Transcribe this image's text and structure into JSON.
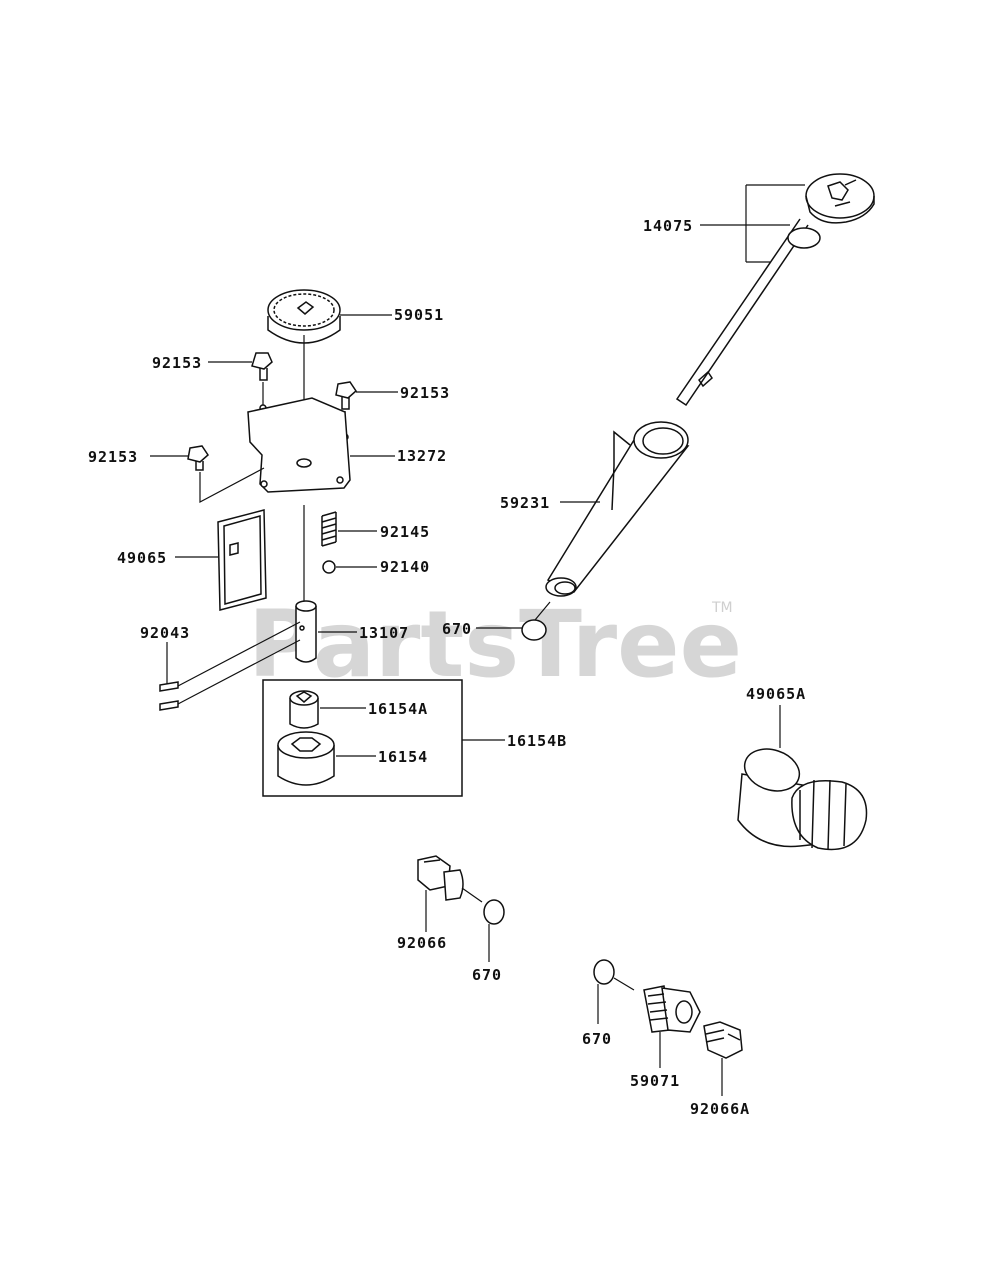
{
  "watermark": {
    "text": "PartsTree",
    "trademark": "TM"
  },
  "labels": {
    "l14075": "14075",
    "l59051": "59051",
    "l92153a": "92153",
    "l92153b": "92153",
    "l92153c": "92153",
    "l13272": "13272",
    "l92145": "92145",
    "l92140": "92140",
    "l49065": "49065",
    "l59231": "59231",
    "l670a": "670",
    "l92043": "92043",
    "l13107": "13107",
    "l16154A": "16154A",
    "l16154": "16154",
    "l16154B": "16154B",
    "l49065A": "49065A",
    "l92066": "92066",
    "l670b": "670",
    "l670c": "670",
    "l59071": "59071",
    "l92066A": "92066A"
  }
}
